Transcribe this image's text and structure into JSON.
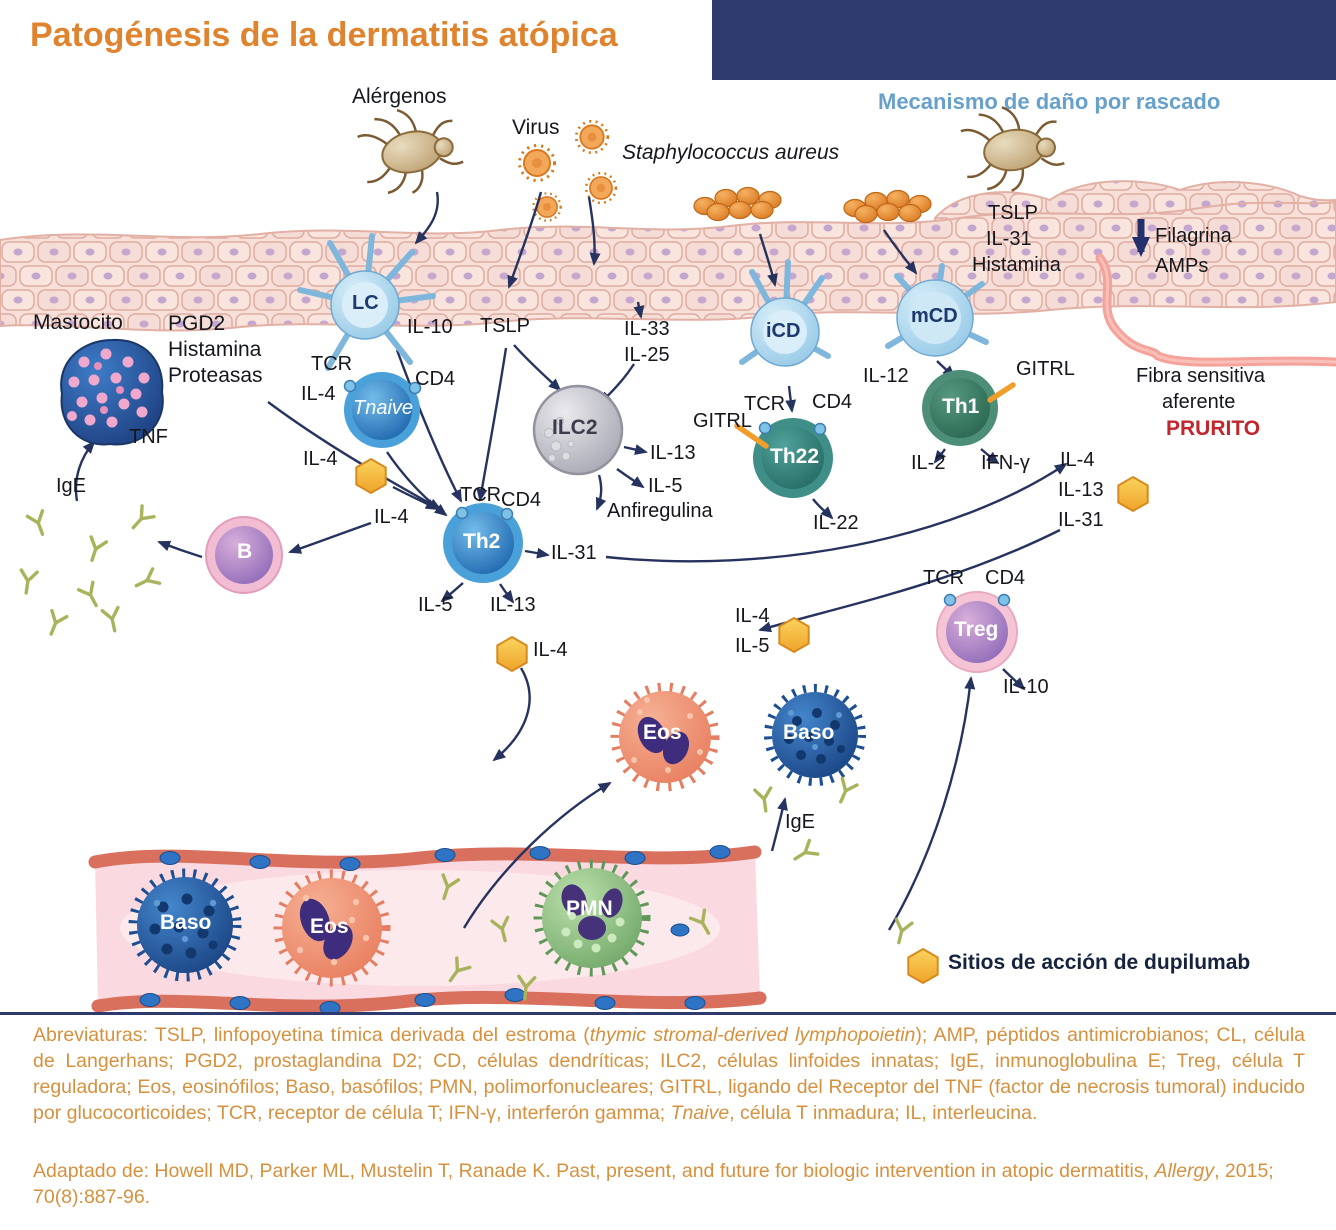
{
  "header": {
    "title": "Patogénesis de la dermatitis atópica"
  },
  "scene": {
    "mecanismo": "Mecanismo de daño por rascado",
    "alergenos": "Alérgenos",
    "virus": "Virus",
    "staph": "Staphylococcus aureus",
    "tslp_skin": "TSLP",
    "il31_skin": "IL-31",
    "histamina_skin": "Histamina",
    "filagrina": "Filagrina",
    "amps": "AMPs",
    "fibra_line1": "Fibra sensitiva",
    "fibra_line2": "aferente",
    "prurito": "PRURITO",
    "mastocito": "Mastocito",
    "pgd2": "PGD2",
    "histamina_mast": "Histamina",
    "proteasas": "Proteasas",
    "tnf": "TNF",
    "ige_left": "IgE",
    "ige_center": "IgE",
    "lc": "LC",
    "il10_lc": "IL-10",
    "tcr_tnaive": "TCR",
    "il4_tnaive": "IL-4",
    "cd4_tnaive": "CD4",
    "tnaive": "Tnaive",
    "tslp_center": "TSLP",
    "il33": "IL-33",
    "il25": "IL-25",
    "ilc2": "ILC2",
    "il13_ilc2": "IL-13",
    "il5_ilc2": "IL-5",
    "anfiregulina": "Anfiregulina",
    "il4_hex1": "IL-4",
    "tcr_th2": "TCR",
    "cd4_th2": "CD4",
    "il4_th2": "IL-4",
    "th2": "Th2",
    "il31_th2": "IL-31",
    "il5_th2": "IL-5",
    "il13_th2": "IL-13",
    "b_cell": "B",
    "icd": "iCD",
    "gitrl_th22": "GITRL",
    "tcr_th22": "TCR",
    "cd4_th22": "CD4",
    "th22": "Th22",
    "il22": "IL-22",
    "mcd": "mCD",
    "il12": "IL-12",
    "gitrl_th1": "GITRL",
    "th1": "Th1",
    "il2": "IL-2",
    "ifng": "IFN-γ",
    "il4_right": "IL-4",
    "il13_right": "IL-13",
    "il31_right": "IL-31",
    "tcr_treg": "TCR",
    "cd4_treg": "CD4",
    "treg": "Treg",
    "il10_treg": "IL-10",
    "il4_mid": "IL-4",
    "il5_mid": "IL-5",
    "il4_bottom": "IL-4",
    "eos_tissue": "Eos",
    "baso_tissue": "Baso",
    "baso_vessel": "Baso",
    "eos_vessel": "Eos",
    "pmn": "PMN",
    "legend": "Sitios de acción de dupilumab"
  },
  "footer": {
    "abbr_1": "Abreviaturas: TSLP, linfopoyetina tímica derivada del estroma (",
    "abbr_italic1": "thymic stromal-derived lymphopoietin",
    "abbr_2": "); AMP, péptidos antimicrobianos; CL, célula de Langerhans; PGD2, prostaglandina D2; CD, células dendríticas; ILC2, células linfoides innatas; IgE, inmunoglobulina E; Treg, célula T reguladora; Eos, eosinófilos; Baso, basófilos; PMN, polimorfonucleares; GITRL, ligando del Receptor del TNF (factor de necrosis tumoral) inducido por glucocorticoides; TCR, receptor de célula T; IFN-γ, interferón gamma; ",
    "abbr_italic2": "Tnaive",
    "abbr_3": ", célula T inmadura; IL, interleucina.",
    "adapt_1": "Adaptado de: Howell MD, Parker ML, Mustelin T, Ranade K. Past, present, and future for biologic intervention in atopic dermatitis, ",
    "adapt_italic": "Allergy",
    "adapt_2": ", 2015; 70(8):887-96."
  },
  "colors": {
    "title_orange": "#E0832F",
    "footer_orange": "#D6903E",
    "navy": "#2E3A6E",
    "scratch_blue": "#67A0CB",
    "prurito_red": "#C0272D",
    "dupilumab_hex": "#F5B83D",
    "antibody_green": "#A9B35C"
  }
}
